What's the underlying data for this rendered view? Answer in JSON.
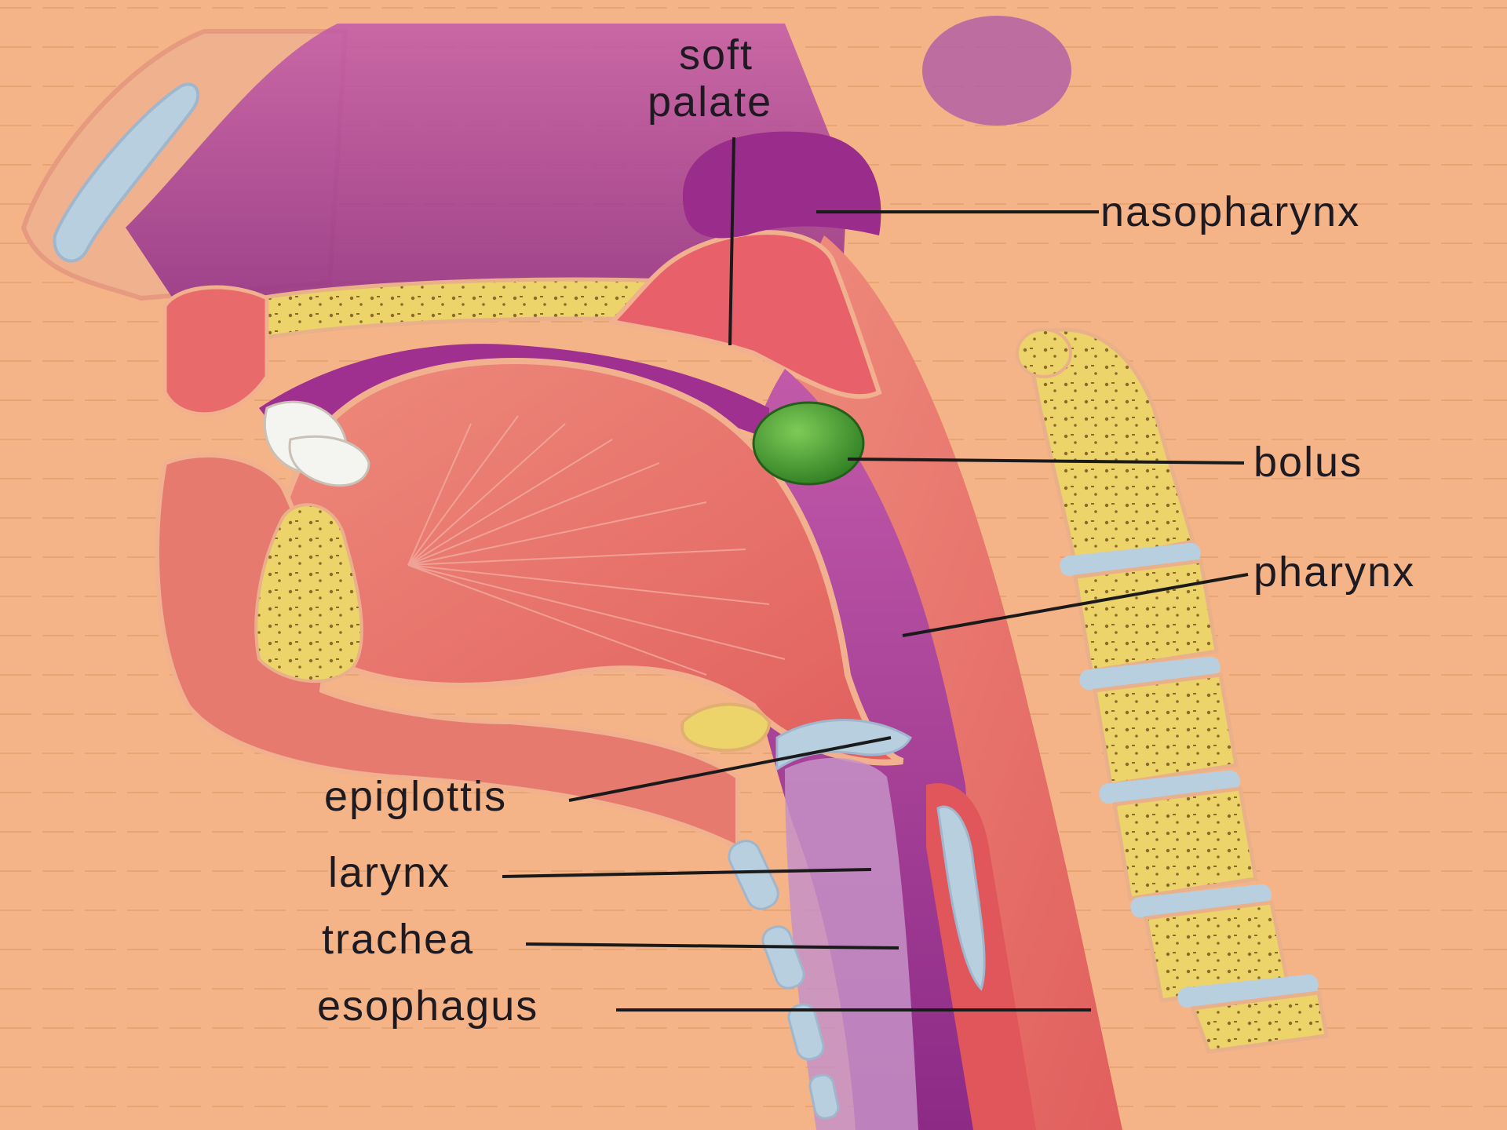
{
  "labels": {
    "soft_palate_line1": "soft",
    "soft_palate_line2": "palate",
    "nasopharynx": "nasopharynx",
    "bolus": "bolus",
    "pharynx": "pharynx",
    "epiglottis": "epiglottis",
    "larynx": "larynx",
    "trachea": "trachea",
    "esophagus": "esophagus"
  },
  "colors": {
    "background": "#f4b488",
    "lining": "#a0308f",
    "muscle": "#e8706a",
    "bone": "#ecd36a",
    "bolus": "#3f9b2e",
    "cartilage": "#b8cfe0"
  }
}
